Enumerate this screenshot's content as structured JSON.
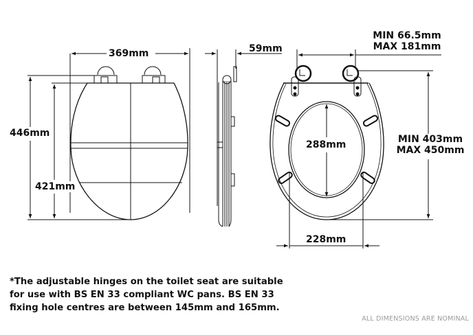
{
  "dimensions": {
    "front_width": "369mm",
    "overall_height": "446mm",
    "seat_height": "421mm",
    "side_depth": "59mm",
    "hinge_spacing": {
      "min": "MIN 66.5mm",
      "max": "MAX 181mm"
    },
    "adjustable_length": {
      "min": "MIN 403mm",
      "max": "MAX 450mm"
    },
    "opening_length": "288mm",
    "opening_width": "228mm"
  },
  "views": {
    "front": "front-view",
    "side": "side-view",
    "top": "top-view"
  },
  "note": {
    "lines": [
      "*The adjustable hinges on the toilet seat are suitable",
      "for use with BS EN 33 compliant WC pans. BS EN 33",
      "fixing hole centres are between 145mm and 165mm."
    ]
  },
  "footer": "ALL DIMENSIONS ARE NOMINAL",
  "colors": {
    "line": "#111111",
    "footer_text": "#9a9a9a",
    "background": "#ffffff"
  }
}
